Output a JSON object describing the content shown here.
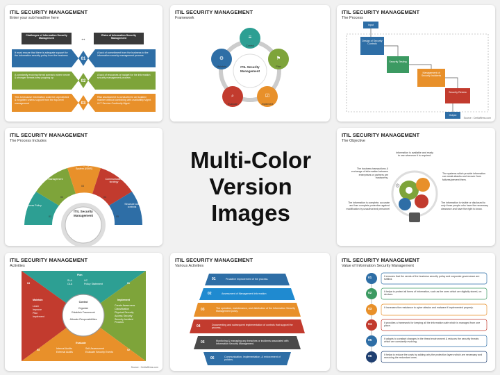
{
  "center": {
    "line1": "Multi-Color",
    "line2": "Version Images"
  },
  "slides": [
    {
      "title": "ITIL SECURITY MANAGEMENT",
      "subtitle": "Enter your sub headline here"
    },
    {
      "title": "ITIL SECURITY MANAGEMENT",
      "subtitle": "Framework"
    },
    {
      "title": "ITIL SECURITY MANAGEMENT",
      "subtitle": "The Process"
    },
    {
      "title": "ITIL SECURITY MANAGEMENT",
      "subtitle": "The Process Includes"
    },
    {
      "title": "ITIL SECURITY MANAGEMENT",
      "subtitle": "The Objective"
    },
    {
      "title": "ITIL SECURITY MANAGEMENT",
      "subtitle": "Activities"
    },
    {
      "title": "ITIL SECURITY MANAGEMENT",
      "subtitle": "Various Activities"
    },
    {
      "title": "ITIL SECURITY MANAGEMENT",
      "subtitle": "Value of Information Security Management"
    }
  ],
  "s1": {
    "head_left": "Challenges of Information Security Management",
    "head_right": "Risks of Information Security Management",
    "rows": [
      {
        "num": "01",
        "left": "It must ensure that there is adequate support for the information security policy from the business",
        "right": "A lack of commitment from the business to the information security management process"
      },
      {
        "num": "02",
        "left": "A constantly evolving threat scenario where newer & stronger threats keep popping up",
        "right": "A lack of resources or budget for the information security management process"
      },
      {
        "num": "03",
        "left": "This is because information could be unprotected & forgotten unless support from the top-level management",
        "right": "Risk assessment is conducted in an isolated manner without combining with availability Mgmt. & IT Service Continuity Mgmt."
      }
    ]
  },
  "s2": {
    "center": "ITIL Security Management",
    "items": [
      "Control",
      "Plan",
      "Implement",
      "Evaluate",
      "Maintain"
    ]
  },
  "s3": {
    "boxes": [
      "Input",
      "Design of Security Controls",
      "Security Testing",
      "Management of Security Incidents",
      "Security Review",
      "Output"
    ],
    "footer": "Source : Certiaffirms.com"
  },
  "s4": {
    "center": "ITIL Security Management",
    "items": [
      {
        "num": "01",
        "label": "Process Policy"
      },
      {
        "num": "02",
        "label": "Risk Management"
      },
      {
        "num": "03",
        "label": "An Information Security Mgmt. System (ISMS)"
      },
      {
        "num": "04",
        "label": "Communication strategy"
      },
      {
        "num": "05",
        "label": "Structure and controls"
      }
    ]
  },
  "s5": {
    "items": [
      "Information is available and ready to use whenever it is required.",
      "The business transactions & exchange of information between enterprises or partners are trustworthy.",
      "The systems which provide information can resist attacks and recover from failures/prevent them.",
      "The information is complete, accurate and has complete protection against modification by unauthorized personnel",
      "The information is visible or disclosed to only those people who have the necessary clearance and have the right to know."
    ]
  },
  "s6": {
    "center_title": "Control",
    "center_items": [
      "Organize",
      "Establish Framework",
      "Allocate Responsibilities"
    ],
    "plan": {
      "title": "Plan",
      "items": [
        "SLA",
        "OLA",
        "UC",
        "Policy Statement"
      ]
    },
    "implement": {
      "title": "Implement",
      "items": [
        "Create Awareness",
        "Classification",
        "Physical Security",
        "Access Security",
        "Security Incident Process"
      ]
    },
    "evaluate": {
      "title": "Evaluate",
      "items": [
        "Internal Audits",
        "External Audits",
        "Self-Assessment",
        "Evaluate Security Events"
      ]
    },
    "maintain": {
      "title": "Maintain",
      "items": [
        "Learn",
        "Improve",
        "Plan",
        "Implement"
      ]
    },
    "nums": [
      "01",
      "02",
      "03",
      "04"
    ],
    "footer": "Source : Certiaffirms.com"
  },
  "s7": {
    "items": [
      {
        "num": "01",
        "text": "Proactive improvement of the process."
      },
      {
        "num": "02",
        "text": "Assessment of Management Information"
      },
      {
        "num": "03",
        "text": "The operation, maintenance, and distribution of the Information Security Management policy."
      },
      {
        "num": "04",
        "text": "Documenting and subsequent implementation of controls that support the process."
      },
      {
        "num": "05",
        "text": "Monitoring & managing any breaches or incidents associated with Information Security Management."
      },
      {
        "num": "06",
        "text": "Communication, implementation, & enforcement of policies."
      }
    ]
  },
  "s8": {
    "items": [
      {
        "num": "01",
        "text": "It ensures that the needs of the business security policy and corporate governance are fulfilled."
      },
      {
        "num": "02",
        "text": "It helps to protect all forms of information, such as the ones which are digitally stored, on devices."
      },
      {
        "num": "03",
        "text": "It increases the resistance to cyber attacks and malware if implemented properly."
      },
      {
        "num": "04",
        "text": "It provides a framework for keeping all the information safe which is managed from one place."
      },
      {
        "num": "05",
        "text": "It adapts to constant changes in the threat environment & reduces the security threats which are constantly evolving."
      },
      {
        "num": "06",
        "text": "It helps to reduce the costs by adding only the protection layers which are necessary and removing the redundant ones."
      }
    ]
  },
  "colors": {
    "blue": "#2e6ea6",
    "green": "#3c9a62",
    "olive": "#7ea43a",
    "orange": "#e8902a",
    "red": "#c23b2e",
    "gray": "#4a4a4a",
    "navy": "#1f3f70",
    "lightblue": "#1f8ad0"
  }
}
